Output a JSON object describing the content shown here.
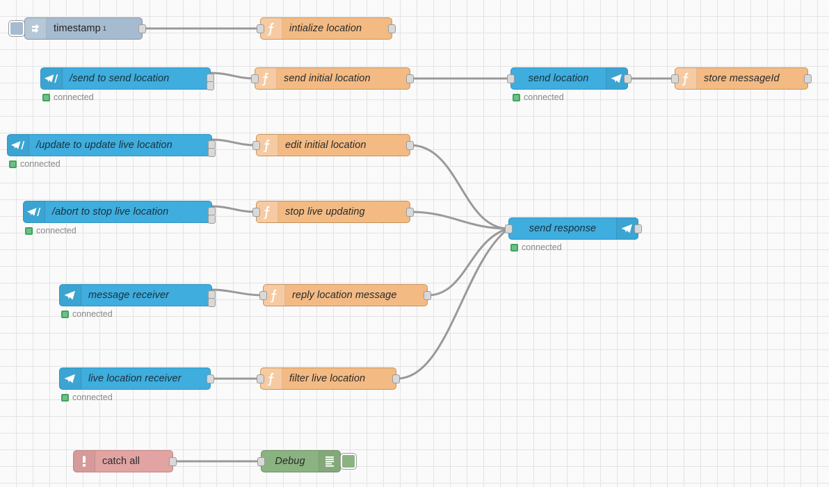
{
  "app": {
    "name": "Node-RED flow editor",
    "canvas_background": "#fafafa",
    "grid_color": "#e3e3e3"
  },
  "palette": {
    "telegram": "#3FADDE",
    "function": "#F3BA84",
    "inject": "#A6BBCF",
    "catch": "#E2A3A3",
    "debug": "#8BB381",
    "wire": "#999999",
    "status_green": "#3FA45B"
  },
  "status_text": "connected",
  "nodes": [
    {
      "id": "inject-timestamp",
      "label": "timestamp",
      "superscript": "1",
      "type": "inject",
      "icon": "inject-arrow-icon"
    },
    {
      "id": "fn-intialize-location",
      "label": "intialize location",
      "type": "function",
      "icon": "function-f-icon"
    },
    {
      "id": "tg-send-command",
      "label": "/send to send location",
      "type": "telegram-command",
      "icon": "telegram-command-icon",
      "status": "connected"
    },
    {
      "id": "fn-send-initial",
      "label": "send initial location",
      "type": "function",
      "icon": "function-f-icon"
    },
    {
      "id": "tg-send-location",
      "label": "send location",
      "type": "telegram-sender",
      "icon": "telegram-icon",
      "status": "connected"
    },
    {
      "id": "fn-store-messageid",
      "label": "store messageId",
      "type": "function",
      "icon": "function-f-icon"
    },
    {
      "id": "tg-update-command",
      "label": "/update to update live location",
      "type": "telegram-command",
      "icon": "telegram-command-icon",
      "status": "connected"
    },
    {
      "id": "fn-edit-initial",
      "label": "edit initial location",
      "type": "function",
      "icon": "function-f-icon"
    },
    {
      "id": "tg-abort-command",
      "label": "/abort to stop live location",
      "type": "telegram-command",
      "icon": "telegram-command-icon",
      "status": "connected"
    },
    {
      "id": "fn-stop-live",
      "label": "stop live updating",
      "type": "function",
      "icon": "function-f-icon"
    },
    {
      "id": "tg-message-receiver",
      "label": "message receiver",
      "type": "telegram-receiver",
      "icon": "telegram-icon",
      "status": "connected"
    },
    {
      "id": "fn-reply-location",
      "label": "reply location message",
      "type": "function",
      "icon": "function-f-icon"
    },
    {
      "id": "tg-live-receiver",
      "label": "live location receiver",
      "type": "telegram-receiver",
      "icon": "telegram-icon",
      "status": "connected"
    },
    {
      "id": "fn-filter-live",
      "label": "filter live location",
      "type": "function",
      "icon": "function-f-icon"
    },
    {
      "id": "tg-send-response",
      "label": "send response",
      "type": "telegram-sender",
      "icon": "telegram-icon",
      "status": "connected"
    },
    {
      "id": "catch-all",
      "label": "catch all",
      "type": "catch",
      "icon": "exclamation-icon"
    },
    {
      "id": "debug-node",
      "label": "Debug",
      "type": "debug",
      "icon": "debug-lines-icon"
    }
  ],
  "labels": {
    "inject_timestamp": "timestamp",
    "inject_timestamp_sup": "1",
    "fn_intialize_location": "intialize location",
    "tg_send_command": "/send to send location",
    "fn_send_initial": "send initial location",
    "tg_send_location": "send location",
    "fn_store_messageid": "store messageId",
    "tg_update_command": "/update to update live location",
    "fn_edit_initial": "edit initial location",
    "tg_abort_command": "/abort to stop live location",
    "fn_stop_live": "stop live updating",
    "tg_message_receiver": "message receiver",
    "fn_reply_location": "reply location message",
    "tg_live_receiver": "live location receiver",
    "fn_filter_live": "filter live location",
    "tg_send_response": "send response",
    "catch_all": "catch all",
    "debug": "Debug"
  },
  "wires": [
    {
      "from": "inject-timestamp",
      "to": "fn-intialize-location"
    },
    {
      "from": "tg-send-command",
      "to": "fn-send-initial"
    },
    {
      "from": "fn-send-initial",
      "to": "tg-send-location"
    },
    {
      "from": "tg-send-location",
      "to": "fn-store-messageid"
    },
    {
      "from": "tg-update-command",
      "to": "fn-edit-initial"
    },
    {
      "from": "fn-edit-initial",
      "to": "tg-send-response"
    },
    {
      "from": "tg-abort-command",
      "to": "fn-stop-live"
    },
    {
      "from": "fn-stop-live",
      "to": "tg-send-response"
    },
    {
      "from": "tg-message-receiver",
      "to": "fn-reply-location"
    },
    {
      "from": "fn-reply-location",
      "to": "tg-send-response"
    },
    {
      "from": "tg-live-receiver",
      "to": "fn-filter-live"
    },
    {
      "from": "fn-filter-live",
      "to": "tg-send-response"
    },
    {
      "from": "catch-all",
      "to": "debug-node"
    }
  ]
}
